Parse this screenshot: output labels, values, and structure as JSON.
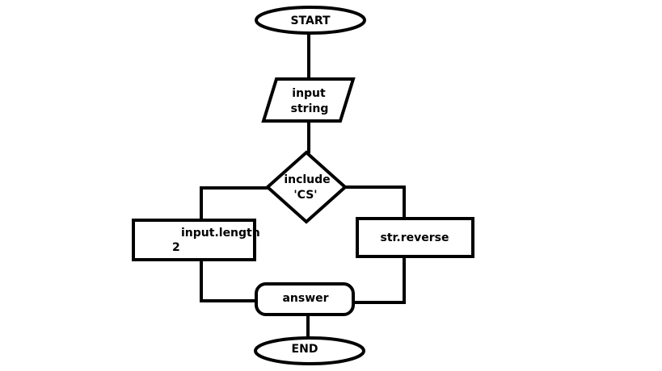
{
  "flowchart": {
    "start": "START",
    "input_line1": "input",
    "input_line2": "string",
    "decision_line1": "include",
    "decision_line2": "'CS'",
    "left_box_line1": "input.length",
    "left_box_line2": "2",
    "right_box": "str.reverse",
    "answer": "answer",
    "end": "END"
  }
}
